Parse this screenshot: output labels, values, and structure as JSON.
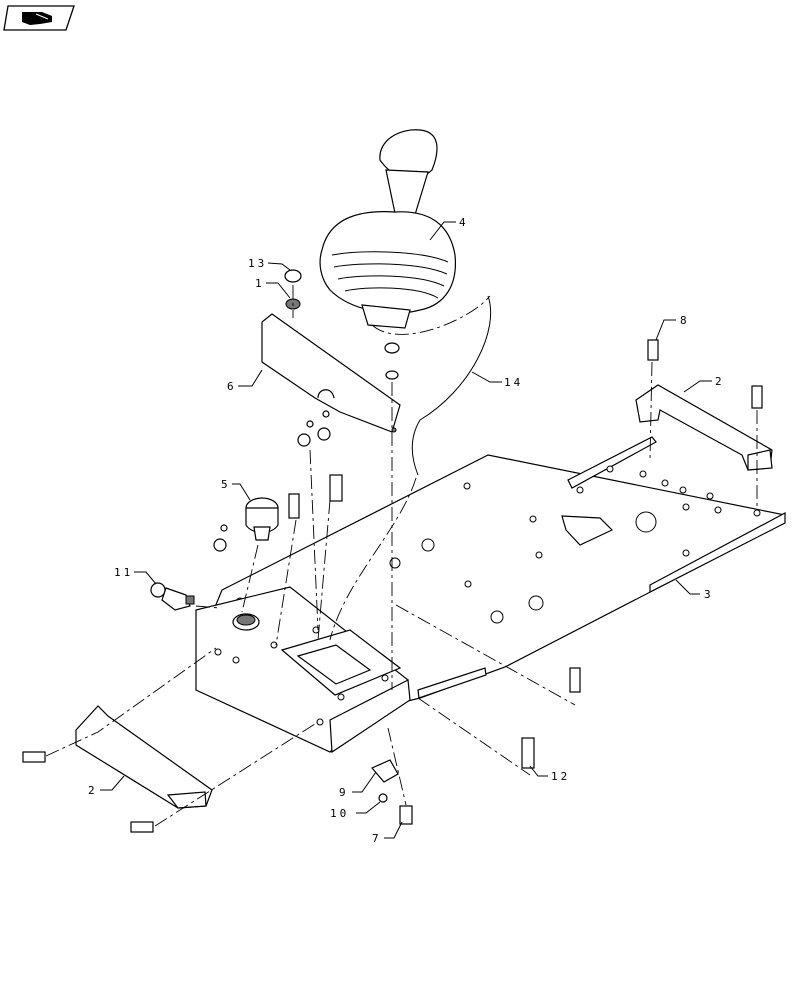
{
  "nav": {
    "icon": "hand-pointer-icon",
    "color": "#000000"
  },
  "callouts": [
    {
      "id": "c13",
      "text": "13"
    },
    {
      "id": "c1",
      "text": "1"
    },
    {
      "id": "c6",
      "text": "6"
    },
    {
      "id": "c4",
      "text": "4"
    },
    {
      "id": "c14",
      "text": "14"
    },
    {
      "id": "c8",
      "text": "8"
    },
    {
      "id": "c2a",
      "text": "2"
    },
    {
      "id": "c5",
      "text": "5"
    },
    {
      "id": "c11",
      "text": "11"
    },
    {
      "id": "c3",
      "text": "3"
    },
    {
      "id": "c2b",
      "text": "2"
    },
    {
      "id": "c9",
      "text": "9"
    },
    {
      "id": "c10",
      "text": "10"
    },
    {
      "id": "c7",
      "text": "7"
    },
    {
      "id": "c12",
      "text": "12"
    }
  ]
}
